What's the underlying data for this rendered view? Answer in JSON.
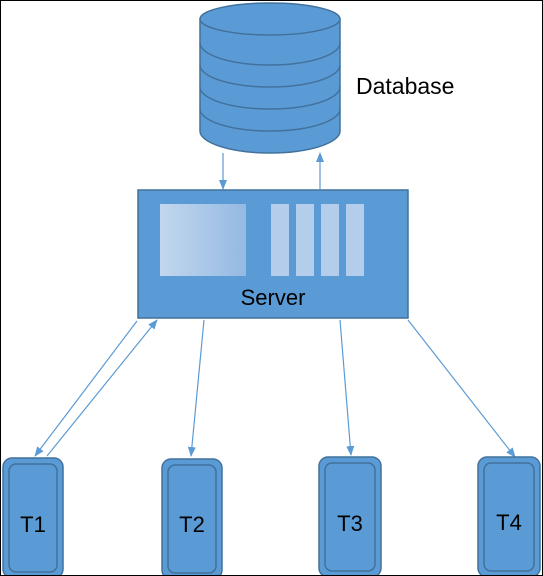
{
  "database": {
    "label": "Database"
  },
  "server": {
    "label": "Server"
  },
  "terminals": [
    {
      "label": "T1"
    },
    {
      "label": "T2"
    },
    {
      "label": "T3"
    },
    {
      "label": "T4"
    }
  ],
  "colors": {
    "fill": "#5b9bd5",
    "stroke": "#41719c",
    "panel": "#b4cdea",
    "line": "#5b9bd5"
  }
}
